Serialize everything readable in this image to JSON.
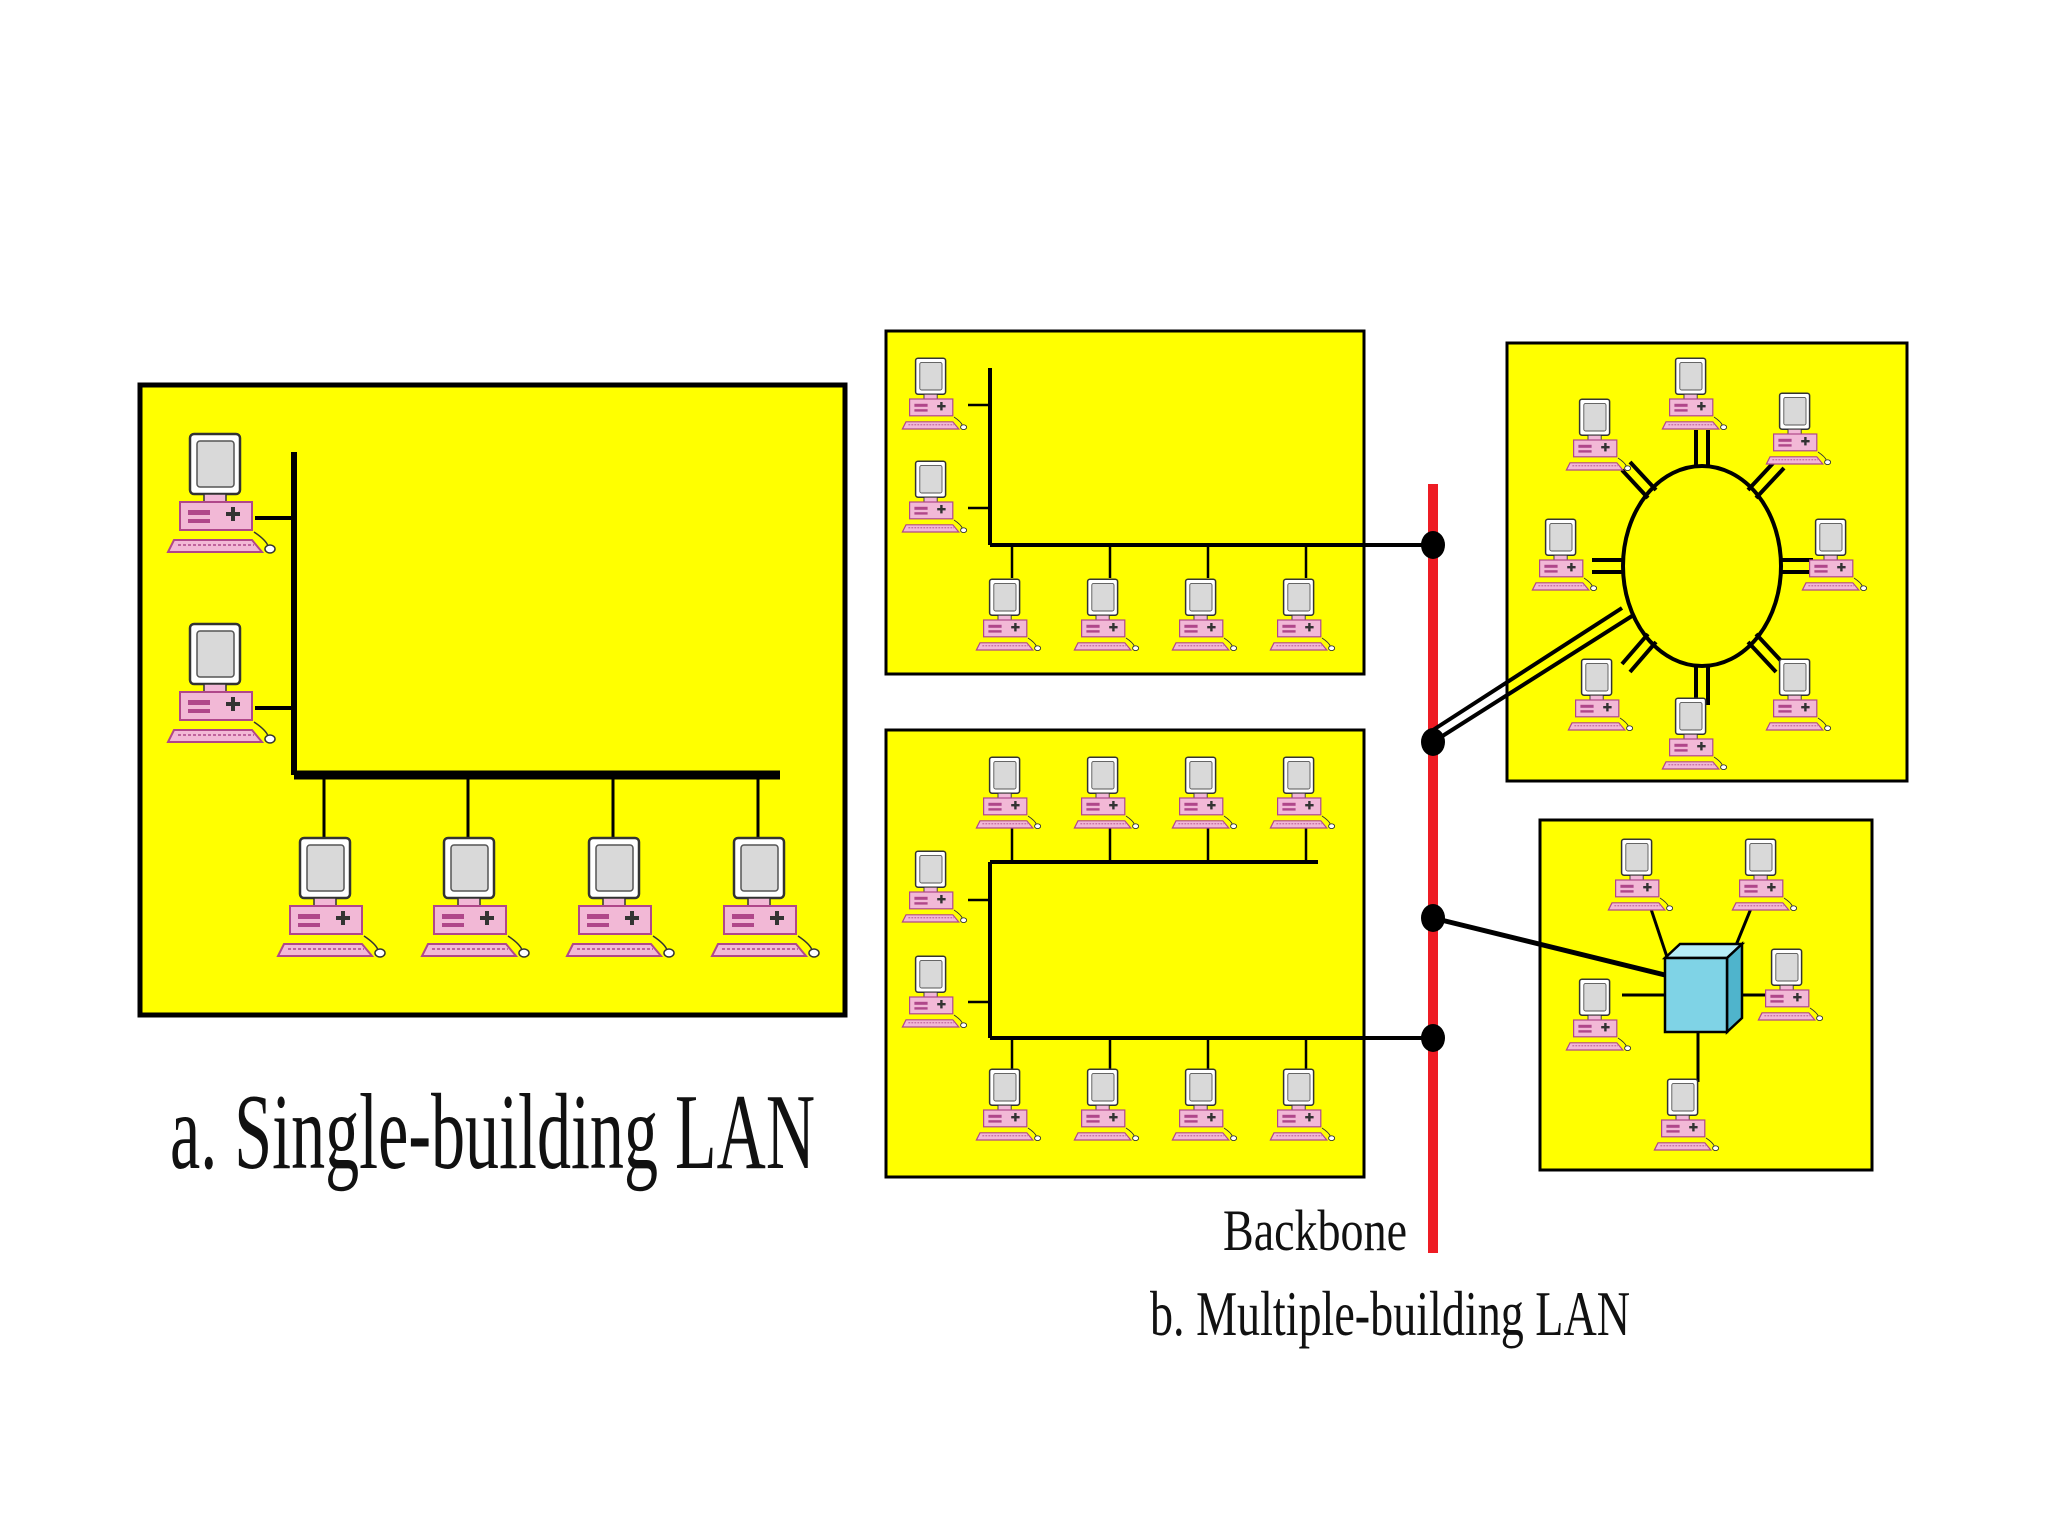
{
  "captions": {
    "single_building": "a. Single-building LAN",
    "multiple_building": "b. Multiple-building LAN",
    "backbone": "Backbone"
  },
  "colors": {
    "building_fill": "#ffff00",
    "backbone": "#ee1c24",
    "hub": "#7fd3e6",
    "computer_pink": "#f2b8d6",
    "computer_trim": "#b0478a",
    "wire": "#000000"
  },
  "icons": {
    "computer": "desktop-computer-icon",
    "hub": "hub-icon",
    "connector": "backbone-connector-icon"
  }
}
